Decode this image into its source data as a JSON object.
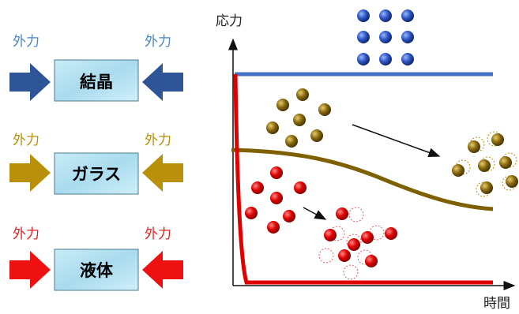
{
  "force_label": "外力",
  "rows": [
    {
      "name": "結晶",
      "color": "#2e5597",
      "label_color": "#4a86c5"
    },
    {
      "name": "ガラス",
      "color": "#b8900a",
      "label_color": "#b8900a"
    },
    {
      "name": "液体",
      "color": "#ee1111",
      "label_color": "#dd2222"
    }
  ],
  "chart": {
    "ylabel": "応力",
    "xlabel": "時間",
    "colors": {
      "crystal": "#4472c4",
      "glass": "#7f6000",
      "liquid": "#e00000"
    }
  }
}
